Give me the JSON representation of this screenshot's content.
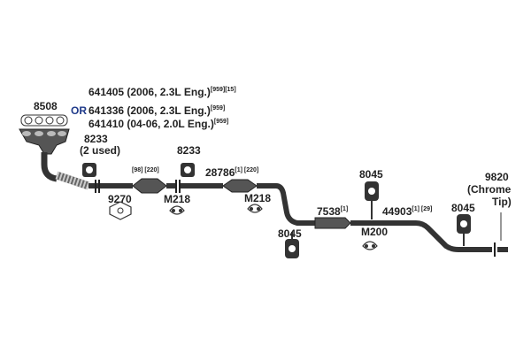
{
  "diagram": {
    "manifold_part": "8508",
    "options": [
      {
        "prefix": "",
        "text": "641405 (2006, 2.3L Eng.)",
        "sup": "[959][15]"
      },
      {
        "prefix": "OR",
        "text": "641336 (2006, 2.3L Eng.)",
        "sup": "[959]"
      },
      {
        "prefix": "",
        "text": "641410 (04-06, 2.0L Eng.)",
        "sup": "[959]"
      }
    ],
    "parts": {
      "gasket_8233_a": "8233",
      "gasket_8233_a_note": "(2 used)",
      "flange_9270": "9270",
      "cat1_notes": "[98] [220]",
      "gasket_8233_b": "8233",
      "hanger_m218_a": "M218",
      "cat2_part": "28786",
      "cat2_sup": "[1] [220]",
      "hanger_m218_b": "M218",
      "hanger_8045_a": "8045",
      "resonator_part": "7538",
      "resonator_sup": "[1]",
      "hanger_8045_b": "8045",
      "hanger_m200": "M200",
      "muffler_part": "44903",
      "muffler_sup": "[1] [29]",
      "hanger_8045_c": "8045",
      "tip_part": "9820",
      "tip_note_1": "(Chrome",
      "tip_note_2": "Tip)"
    }
  }
}
